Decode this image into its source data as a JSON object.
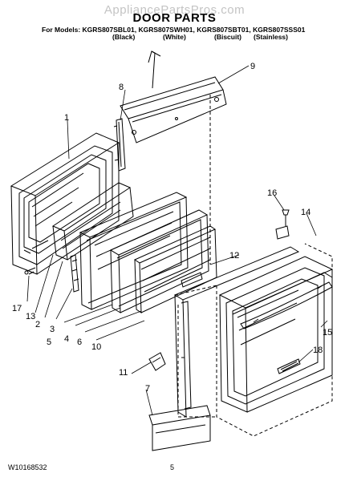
{
  "watermark": "AppliancePartsPros.com",
  "title": "DOOR PARTS",
  "models_line": "For Models: KGRS807SBL01, KGRS807SWH01, KGRS807SBT01, KGRS807SSS01",
  "finishes": [
    "(Black)",
    "(White)",
    "(Biscuit)",
    "(Stainless)"
  ],
  "callouts": [
    "1",
    "2",
    "3",
    "4",
    "5",
    "6",
    "7",
    "8",
    "9",
    "10",
    "11",
    "12",
    "13",
    "14",
    "15",
    "16",
    "17",
    "18"
  ],
  "footer": {
    "doc_number": "W10168532",
    "page_number": "5"
  }
}
